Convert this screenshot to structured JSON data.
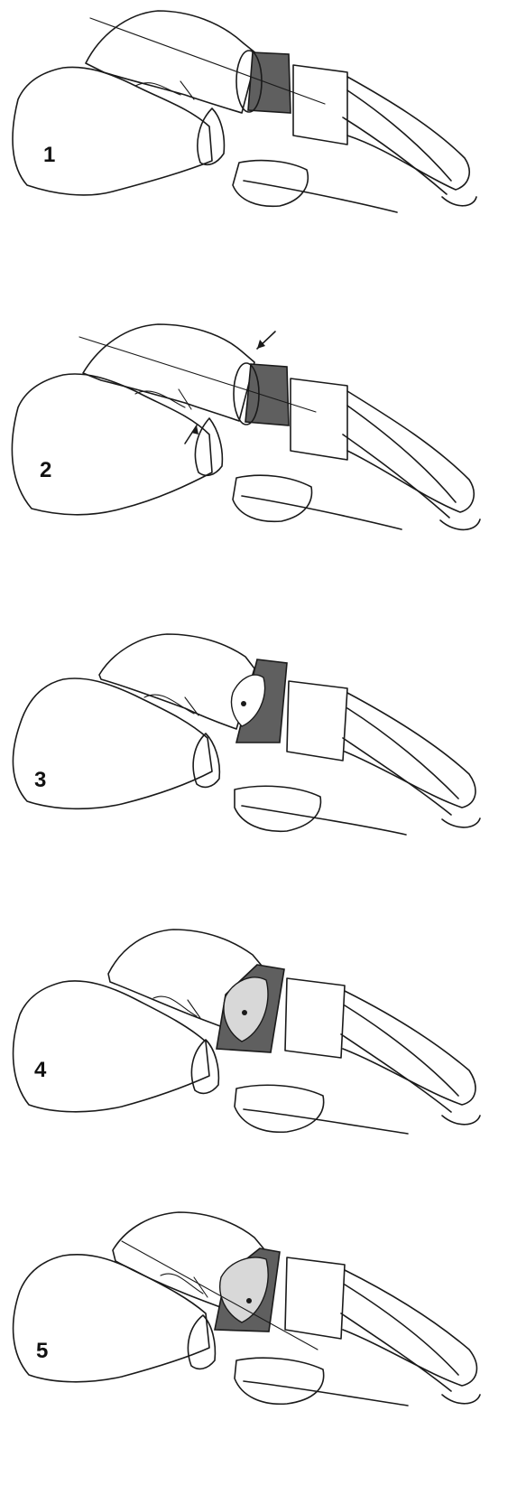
{
  "figure": {
    "panels": [
      {
        "label": "1",
        "variant": "normal"
      },
      {
        "label": "2",
        "variant": "arrows"
      },
      {
        "label": "3",
        "variant": "rotated"
      },
      {
        "label": "4",
        "variant": "rotated-more"
      },
      {
        "label": "5",
        "variant": "fully-rotated"
      }
    ],
    "colors": {
      "outline": "#1a1a1a",
      "dark_bone": "#5f5f5f",
      "light_bone": "#d8d8d8",
      "background": "#ffffff"
    }
  }
}
